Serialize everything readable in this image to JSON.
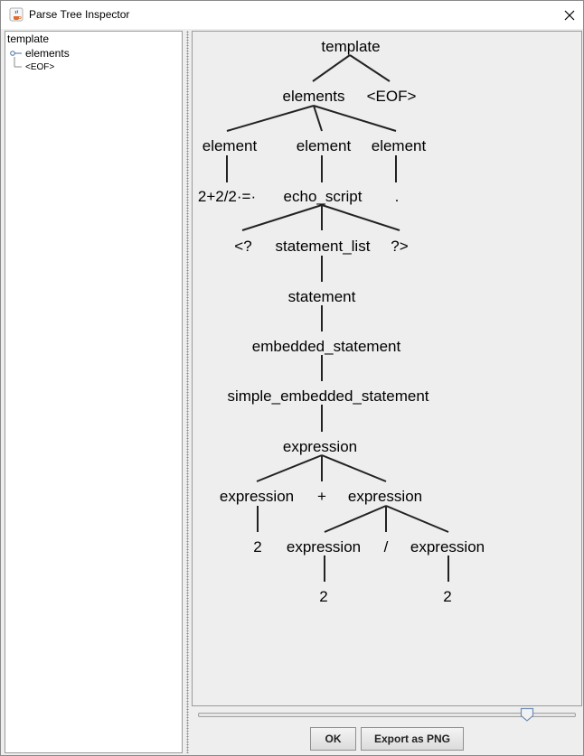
{
  "window": {
    "title": "Parse Tree Inspector"
  },
  "sidebar": {
    "root": "template",
    "items": [
      {
        "label": "elements"
      },
      {
        "label": "<EOF>"
      }
    ]
  },
  "parse_tree": {
    "nodes": {
      "template": "template",
      "elements": "elements",
      "eof": "<EOF>",
      "element1": "element",
      "element2": "element",
      "element3": "element",
      "text1": "2+2/2·=·",
      "echo_script": "echo_script",
      "dot": ".",
      "open_tag": "<?",
      "statement_list": "statement_list",
      "close_tag": "?>",
      "statement": "statement",
      "embedded_statement": "embedded_statement",
      "simple_embedded_statement": "simple_embedded_statement",
      "expression_root": "expression",
      "expression_left": "expression",
      "plus": "+",
      "expression_right": "expression",
      "two_left": "2",
      "expression_inner_left": "expression",
      "slash": "/",
      "expression_inner_right": "expression",
      "two_inner_left": "2",
      "two_inner_right": "2"
    }
  },
  "zoom_slider": {
    "level": 0.87
  },
  "buttons": {
    "ok": "OK",
    "export": "Export as PNG"
  }
}
